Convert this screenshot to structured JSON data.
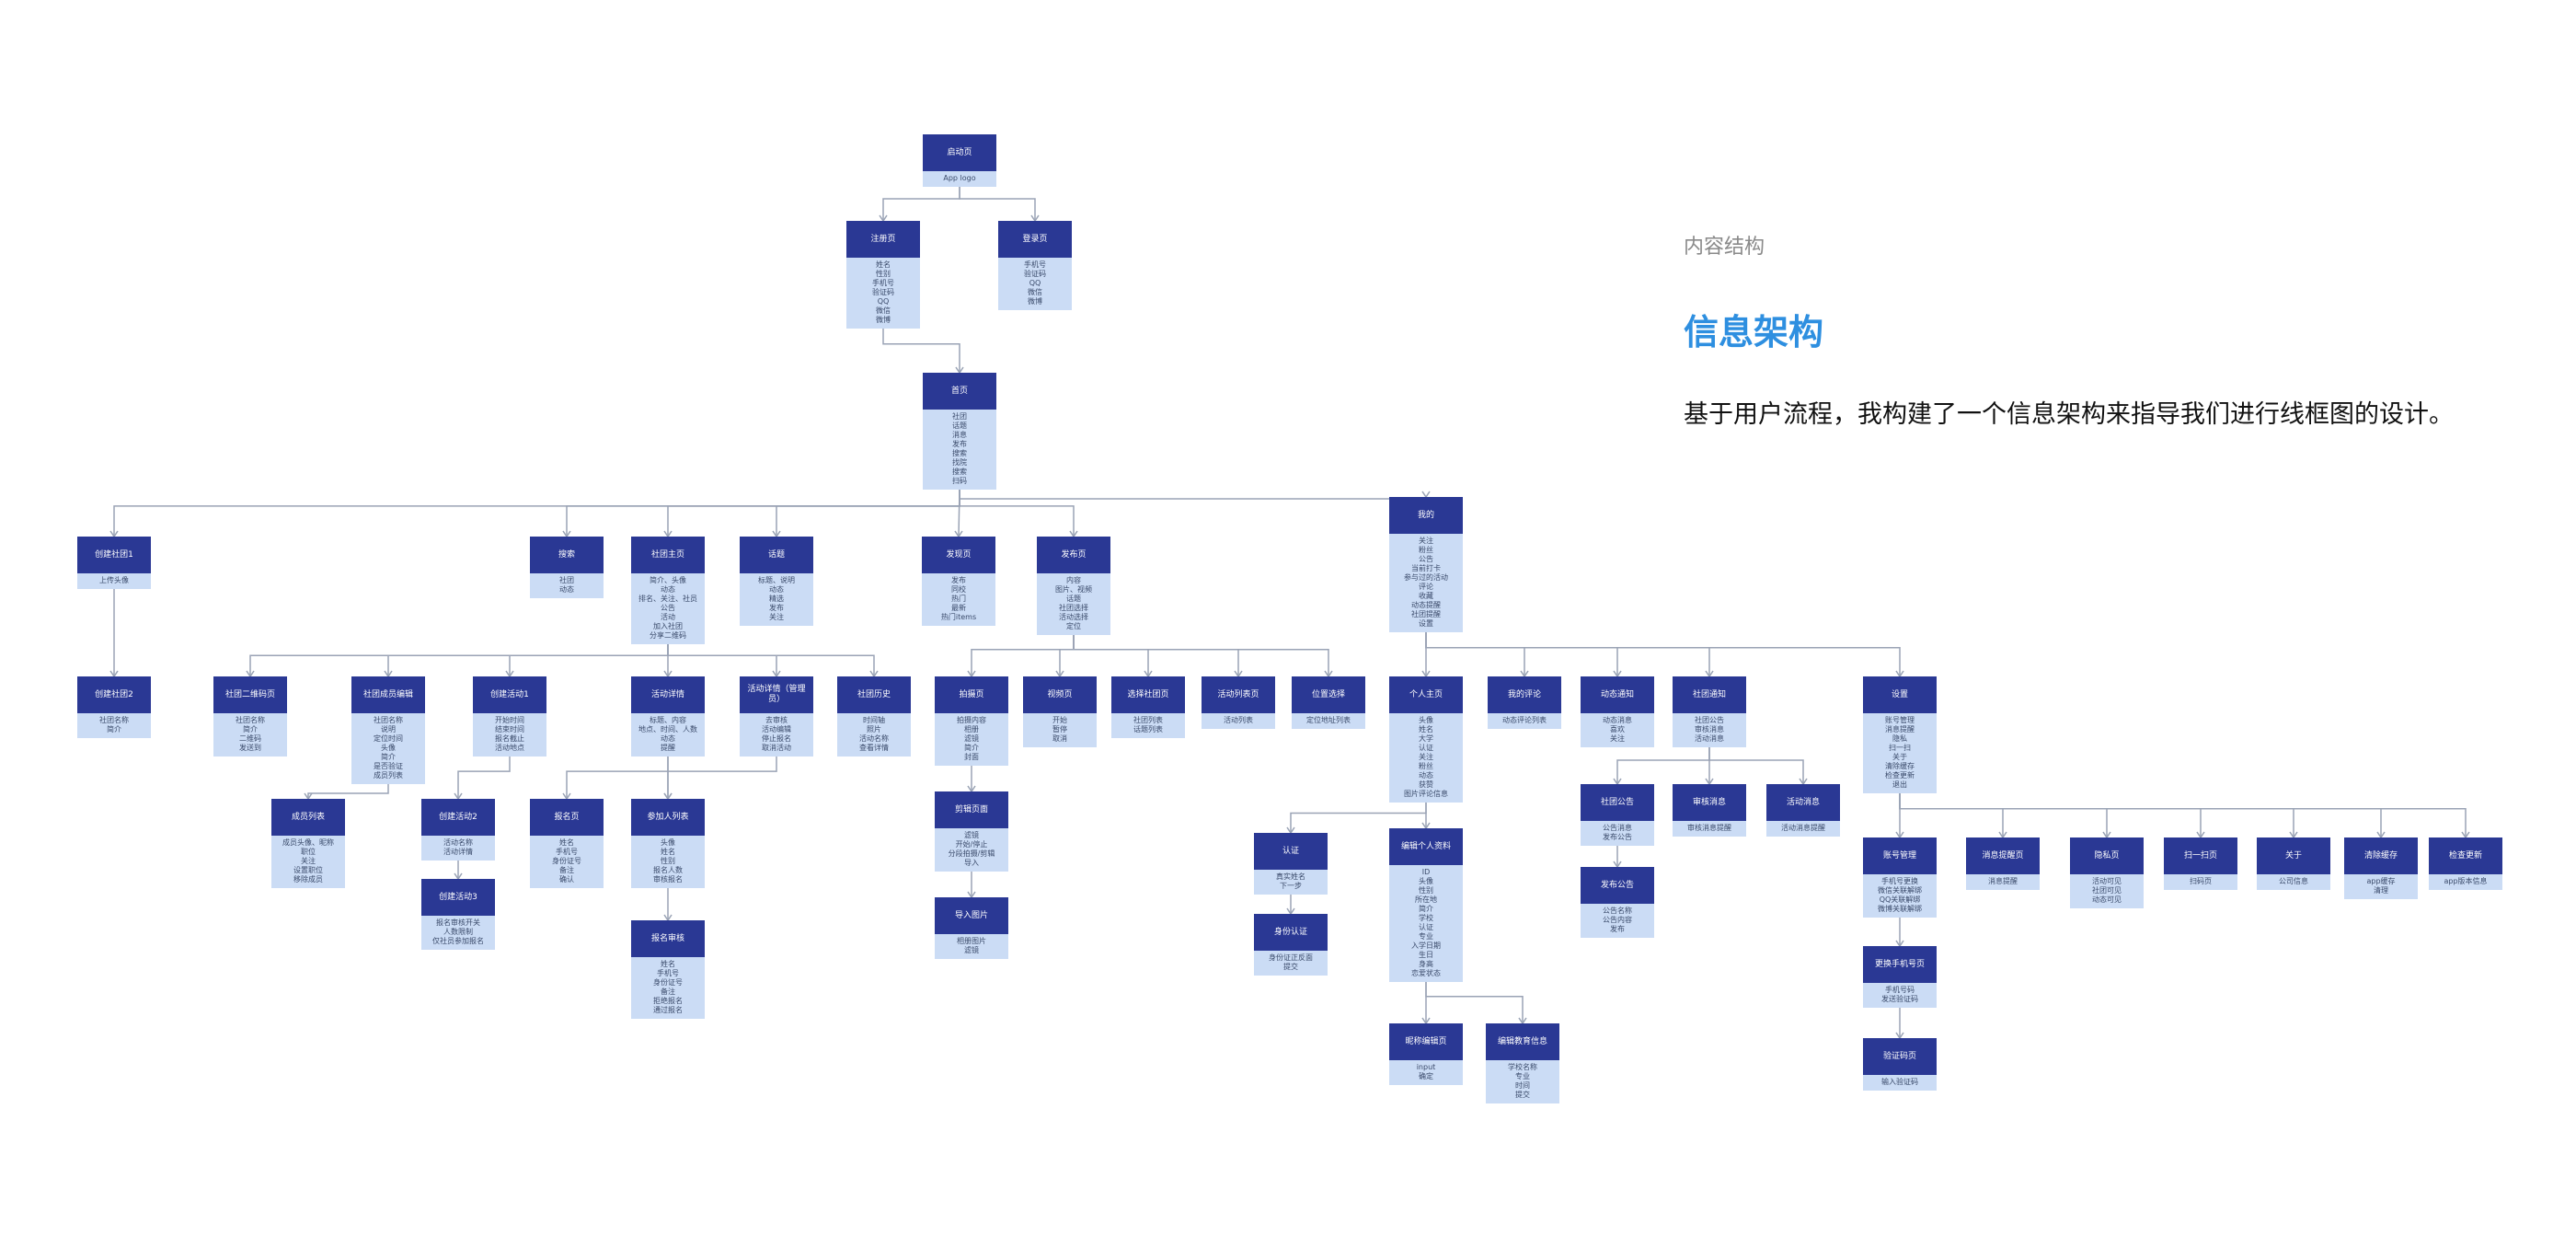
{
  "header": {
    "eyebrow": "内容结构",
    "title": "信息架构",
    "description": "基于用户流程，我构建了一个信息架构来指导我们进行线框图的设计。"
  },
  "colors": {
    "node_header": "#2a3894",
    "node_body": "#cbdcf5",
    "connector": "#9aa3b5",
    "accent": "#2e8fe0"
  },
  "diagram": {
    "nodes": [
      {
        "id": "splash",
        "title": "启动页",
        "items": [
          "App logo"
        ]
      },
      {
        "id": "register",
        "title": "注册页",
        "items": [
          "姓名",
          "性别",
          "手机号",
          "验证码",
          "QQ",
          "微信",
          "微博"
        ]
      },
      {
        "id": "login",
        "title": "登录页",
        "items": [
          "手机号",
          "验证码",
          "QQ",
          "微信",
          "微博"
        ]
      },
      {
        "id": "home",
        "title": "首页",
        "items": [
          "社团",
          "话题",
          "消息",
          "发布",
          "搜索",
          "找院",
          "搜索",
          "扫码"
        ]
      },
      {
        "id": "create1",
        "title": "创建社团1",
        "items": [
          "上传头像"
        ]
      },
      {
        "id": "create2",
        "title": "创建社团2",
        "items": [
          "社团名称",
          "简介"
        ]
      },
      {
        "id": "search",
        "title": "搜索",
        "items": [
          "社团",
          "动态"
        ]
      },
      {
        "id": "club",
        "title": "社团主页",
        "items": [
          "简介、头像",
          "动态",
          "排名、关注、社员",
          "公告",
          "活动",
          "加入社团",
          "分享二维码"
        ]
      },
      {
        "id": "topic",
        "title": "话题",
        "items": [
          "标题、说明",
          "动态",
          "精选",
          "发布",
          "关注"
        ]
      },
      {
        "id": "msgpage",
        "title": "发现页",
        "items": [
          "发布",
          "同校",
          "热门",
          "最新",
          "热门items"
        ]
      },
      {
        "id": "publish",
        "title": "发布页",
        "items": [
          "内容",
          "图片、视频",
          "话题",
          "社团选择",
          "活动选择",
          "定位"
        ]
      },
      {
        "id": "mine",
        "title": "我的",
        "items": [
          "关注",
          "粉丝",
          "公告",
          "当前打卡",
          "参与过的活动",
          "评论",
          "收藏",
          "动态提醒",
          "社团提醒",
          "设置"
        ]
      },
      {
        "id": "qrcode",
        "title": "社团二维码页",
        "items": [
          "社团名称",
          "简介",
          "二维码",
          "发送到"
        ]
      },
      {
        "id": "members",
        "title": "社团成员编辑",
        "items": [
          "社团名称",
          "说明",
          "定位时间",
          "头像",
          "简介",
          "是否验证",
          "成员列表"
        ]
      },
      {
        "id": "act1",
        "title": "创建活动1",
        "items": [
          "开始时间",
          "结束时间",
          "报名截止",
          "活动地点"
        ]
      },
      {
        "id": "detail",
        "title": "活动详情",
        "items": [
          "标题、内容",
          "地点、时间、人数",
          "动态",
          "提醒"
        ]
      },
      {
        "id": "manage",
        "title": "活动详情（管理员）",
        "items": [
          "去审核",
          "活动编辑",
          "停止报名",
          "取消活动"
        ]
      },
      {
        "id": "history",
        "title": "社团历史",
        "items": [
          "时间轴",
          "照片",
          "活动名称",
          "查看详情"
        ]
      },
      {
        "id": "memlist",
        "title": "成员列表",
        "items": [
          "成员头像、昵称",
          "职位",
          "关注",
          "设置职位",
          "移除成员"
        ]
      },
      {
        "id": "act2",
        "title": "创建活动2",
        "items": [
          "活动名称",
          "活动详情"
        ]
      },
      {
        "id": "act3",
        "title": "创建活动3",
        "items": [
          "报名审核开关",
          "人数限制",
          "仅社员参加报名"
        ]
      },
      {
        "id": "apply",
        "title": "报名页",
        "items": [
          "姓名",
          "手机号",
          "身份证号",
          "备注",
          "确认"
        ]
      },
      {
        "id": "join",
        "title": "参加人列表",
        "items": [
          "头像",
          "姓名",
          "性别",
          "报名人数",
          "审核报名"
        ]
      },
      {
        "id": "review",
        "title": "报名审核",
        "items": [
          "姓名",
          "手机号",
          "身份证号",
          "备注",
          "拒绝报名",
          "通过报名"
        ]
      },
      {
        "id": "shoot",
        "title": "拍摄页",
        "items": [
          "拍摄内容",
          "相册",
          "滤镜",
          "简介",
          "封面"
        ]
      },
      {
        "id": "editp",
        "title": "视频页",
        "items": [
          "开始",
          "暂停",
          "取消"
        ]
      },
      {
        "id": "clubsel",
        "title": "选择社团页",
        "items": [
          "社团列表",
          "话题列表"
        ]
      },
      {
        "id": "actsel",
        "title": "活动列表页",
        "items": [
          "活动列表"
        ]
      },
      {
        "id": "locsel",
        "title": "位置选择",
        "items": [
          "定位地址列表"
        ]
      },
      {
        "id": "clip",
        "title": "剪辑页面",
        "items": [
          "滤镜",
          "开始/停止",
          "分段拍摄/剪辑",
          "导入"
        ]
      },
      {
        "id": "import",
        "title": "导入图片",
        "items": [
          "相册图片",
          "滤镜"
        ]
      },
      {
        "id": "profile",
        "title": "个人主页",
        "items": [
          "头像",
          "姓名",
          "大学",
          "认证",
          "关注",
          "粉丝",
          "动态",
          "获赞",
          "图片评论信息"
        ]
      },
      {
        "id": "mycomment",
        "title": "我的评论",
        "items": [
          "动态评论列表"
        ]
      },
      {
        "id": "actnotice",
        "title": "动态通知",
        "items": [
          "动态消息",
          "喜欢",
          "关注"
        ]
      },
      {
        "id": "clubnotice",
        "title": "社团通知",
        "items": [
          "社团公告",
          "审核消息",
          "活动消息"
        ]
      },
      {
        "id": "settings",
        "title": "设置",
        "items": [
          "账号管理",
          "消息提醒",
          "隐私",
          "扫一扫",
          "关于",
          "清除缓存",
          "检查更新",
          "退出"
        ]
      },
      {
        "id": "verify",
        "title": "认证",
        "items": [
          "真实姓名",
          "下一步"
        ]
      },
      {
        "id": "idverify",
        "title": "身份认证",
        "items": [
          "身份证正反面",
          "提交"
        ]
      },
      {
        "id": "editprof",
        "title": "编辑个人资料",
        "items": [
          "ID",
          "头像",
          "性别",
          "所在地",
          "简介",
          "学校",
          "认证",
          "专业",
          "入学日期",
          "生日",
          "身高",
          "恋爱状态"
        ]
      },
      {
        "id": "nickname",
        "title": "昵称编辑页",
        "items": [
          "input",
          "确定"
        ]
      },
      {
        "id": "school",
        "title": "编辑教育信息",
        "items": [
          "学校名称",
          "专业",
          "时间",
          "提交"
        ]
      },
      {
        "id": "clubann",
        "title": "社团公告",
        "items": [
          "公告消息",
          "发布公告"
        ]
      },
      {
        "id": "auditmsg",
        "title": "审核消息",
        "items": [
          "审核消息提醒"
        ]
      },
      {
        "id": "actmsg",
        "title": "活动消息",
        "items": [
          "活动消息提醒"
        ]
      },
      {
        "id": "postann",
        "title": "发布公告",
        "items": [
          "公告名称",
          "公告内容",
          "发布"
        ]
      },
      {
        "id": "account",
        "title": "账号管理",
        "items": [
          "手机号更换",
          "微信关联解绑",
          "QQ关联解绑",
          "微博关联解绑"
        ]
      },
      {
        "id": "msgremind",
        "title": "消息提醒页",
        "items": [
          "消息提醒"
        ]
      },
      {
        "id": "privacy",
        "title": "隐私页",
        "items": [
          "活动可见",
          "社团可见",
          "动态可见"
        ]
      },
      {
        "id": "scan",
        "title": "扫一扫页",
        "items": [
          "扫码页"
        ]
      },
      {
        "id": "about",
        "title": "关于",
        "items": [
          "公司信息"
        ]
      },
      {
        "id": "cache",
        "title": "清除缓存",
        "items": [
          "app缓存",
          "清理"
        ]
      },
      {
        "id": "update",
        "title": "检查更新",
        "items": [
          "app版本信息"
        ]
      },
      {
        "id": "phone",
        "title": "更换手机号页",
        "items": [
          "手机号码",
          "发送验证码"
        ]
      },
      {
        "id": "verifypage",
        "title": "验证码页",
        "items": [
          "输入验证码"
        ]
      }
    ]
  }
}
